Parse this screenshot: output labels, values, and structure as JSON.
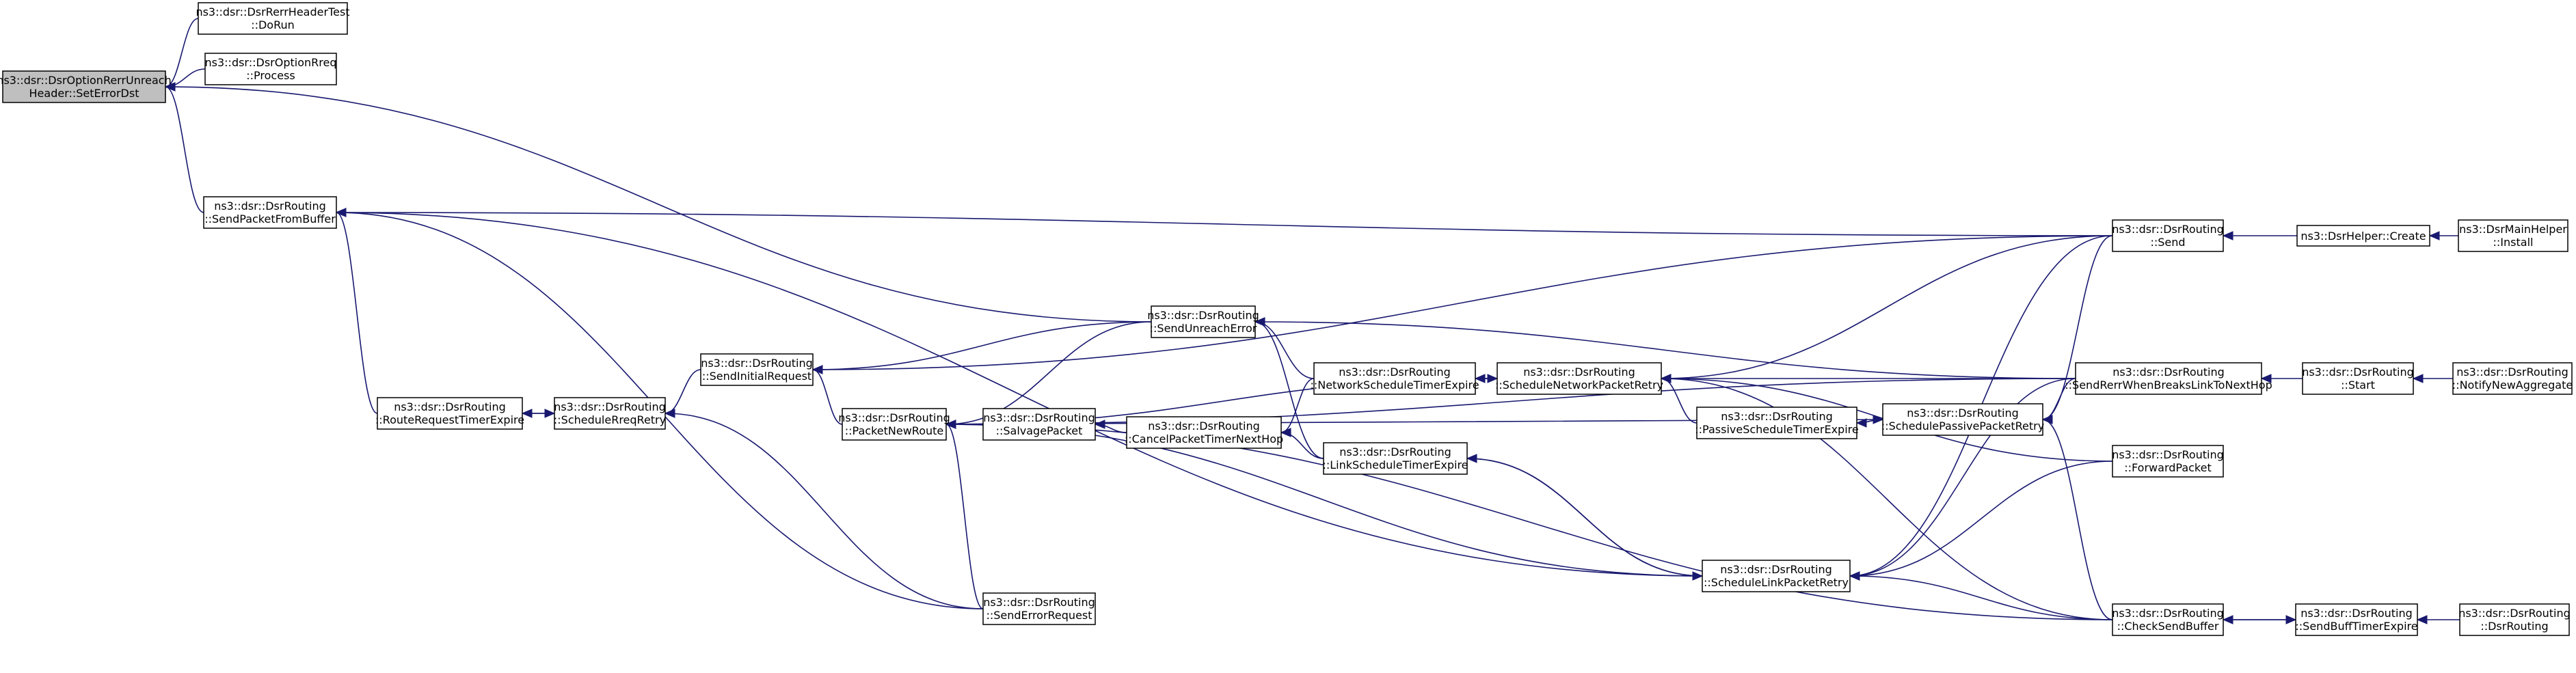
{
  "graph": {
    "colors": {
      "edge": "#191970",
      "node_border": "#000000",
      "focus_fill": "#bfbfbf",
      "background": "#ffffff"
    },
    "nodes": [
      {
        "id": "setErrorDst",
        "line1": "ns3::dsr::DsrOptionRerrUnreach",
        "line2": "Header::SetErrorDst",
        "focus": true
      },
      {
        "id": "doRun",
        "line1": "ns3::dsr::DsrRerrHeaderTest",
        "line2": "::DoRun"
      },
      {
        "id": "process",
        "line1": "ns3::dsr::DsrOptionRreq",
        "line2": "::Process"
      },
      {
        "id": "sendPacketFromBuffer",
        "line1": "ns3::dsr::DsrRouting",
        "line2": "::SendPacketFromBuffer"
      },
      {
        "id": "routeRequestTimerExpire",
        "line1": "ns3::dsr::DsrRouting",
        "line2": "::RouteRequestTimerExpire"
      },
      {
        "id": "scheduleRreqRetry",
        "line1": "ns3::dsr::DsrRouting",
        "line2": "::ScheduleRreqRetry"
      },
      {
        "id": "sendInitialRequest",
        "line1": "ns3::dsr::DsrRouting",
        "line2": "::SendInitialRequest"
      },
      {
        "id": "packetNewRoute",
        "line1": "ns3::dsr::DsrRouting",
        "line2": "::PacketNewRoute"
      },
      {
        "id": "salvagePacket",
        "line1": "ns3::dsr::DsrRouting",
        "line2": "::SalvagePacket"
      },
      {
        "id": "sendErrorRequest",
        "line1": "ns3::dsr::DsrRouting",
        "line2": "::SendErrorRequest"
      },
      {
        "id": "sendUnreachError",
        "line1": "ns3::dsr::DsrRouting",
        "line2": "::SendUnreachError"
      },
      {
        "id": "cancelPacketTimerNextHop",
        "line1": "ns3::dsr::DsrRouting",
        "line2": "::CancelPacketTimerNextHop"
      },
      {
        "id": "networkScheduleTimerExpire",
        "line1": "ns3::dsr::DsrRouting",
        "line2": "::NetworkScheduleTimerExpire"
      },
      {
        "id": "linkScheduleTimerExpire",
        "line1": "ns3::dsr::DsrRouting",
        "line2": "::LinkScheduleTimerExpire"
      },
      {
        "id": "scheduleNetworkPacketRetry",
        "line1": "ns3::dsr::DsrRouting",
        "line2": "::ScheduleNetworkPacketRetry"
      },
      {
        "id": "passiveScheduleTimerExpire",
        "line1": "ns3::dsr::DsrRouting",
        "line2": "::PassiveScheduleTimerExpire"
      },
      {
        "id": "scheduleLinkPacketRetry",
        "line1": "ns3::dsr::DsrRouting",
        "line2": "::ScheduleLinkPacketRetry"
      },
      {
        "id": "schedulePassivePacketRetry",
        "line1": "ns3::dsr::DsrRouting",
        "line2": "::SchedulePassivePacketRetry"
      },
      {
        "id": "send",
        "line1": "ns3::dsr::DsrRouting",
        "line2": "::Send"
      },
      {
        "id": "sendRerrWhenBreaksLinkToNextHop",
        "line1": "ns3::dsr::DsrRouting",
        "line2": "::SendRerrWhenBreaksLinkToNextHop"
      },
      {
        "id": "forwardPacket",
        "line1": "ns3::dsr::DsrRouting",
        "line2": "::ForwardPacket"
      },
      {
        "id": "checkSendBuffer",
        "line1": "ns3::dsr::DsrRouting",
        "line2": "::CheckSendBuffer"
      },
      {
        "id": "helperCreate",
        "line1": "ns3::DsrHelper::Create",
        "line2": ""
      },
      {
        "id": "mainHelperInstall",
        "line1": "ns3::DsrMainHelper",
        "line2": "::Install"
      },
      {
        "id": "start",
        "line1": "ns3::dsr::DsrRouting",
        "line2": "::Start"
      },
      {
        "id": "notifyNewAggregate",
        "line1": "ns3::dsr::DsrRouting",
        "line2": "::NotifyNewAggregate"
      },
      {
        "id": "sendBuffTimerExpire",
        "line1": "ns3::dsr::DsrRouting",
        "line2": "::SendBuffTimerExpire"
      },
      {
        "id": "dsrRouting",
        "line1": "ns3::dsr::DsrRouting",
        "line2": "::DsrRouting"
      }
    ],
    "edges": [
      {
        "from": "doRun",
        "to": "setErrorDst"
      },
      {
        "from": "process",
        "to": "setErrorDst"
      },
      {
        "from": "sendPacketFromBuffer",
        "to": "setErrorDst"
      },
      {
        "from": "sendUnreachError",
        "to": "setErrorDst"
      },
      {
        "from": "routeRequestTimerExpire",
        "to": "sendPacketFromBuffer"
      },
      {
        "from": "sendErrorRequest",
        "to": "sendPacketFromBuffer"
      },
      {
        "from": "scheduleLinkPacketRetry",
        "to": "sendPacketFromBuffer"
      },
      {
        "from": "send",
        "to": "sendPacketFromBuffer"
      },
      {
        "from": "scheduleRreqRetry",
        "to": "routeRequestTimerExpire"
      },
      {
        "from": "routeRequestTimerExpire",
        "to": "scheduleRreqRetry"
      },
      {
        "from": "sendInitialRequest",
        "to": "scheduleRreqRetry"
      },
      {
        "from": "sendErrorRequest",
        "to": "scheduleRreqRetry"
      },
      {
        "from": "packetNewRoute",
        "to": "sendInitialRequest"
      },
      {
        "from": "sendUnreachError",
        "to": "sendInitialRequest"
      },
      {
        "from": "send",
        "to": "sendInitialRequest"
      },
      {
        "from": "salvagePacket",
        "to": "packetNewRoute"
      },
      {
        "from": "sendUnreachError",
        "to": "packetNewRoute"
      },
      {
        "from": "sendErrorRequest",
        "to": "packetNewRoute"
      },
      {
        "from": "scheduleNetworkPacketRetry",
        "to": "packetNewRoute"
      },
      {
        "from": "scheduleLinkPacketRetry",
        "to": "packetNewRoute"
      },
      {
        "from": "schedulePassivePacketRetry",
        "to": "packetNewRoute"
      },
      {
        "from": "sendRerrWhenBreaksLinkToNextHop",
        "to": "packetNewRoute"
      },
      {
        "from": "checkSendBuffer",
        "to": "packetNewRoute"
      },
      {
        "from": "cancelPacketTimerNextHop",
        "to": "salvagePacket"
      },
      {
        "from": "networkScheduleTimerExpire",
        "to": "cancelPacketTimerNextHop"
      },
      {
        "from": "linkScheduleTimerExpire",
        "to": "cancelPacketTimerNextHop"
      },
      {
        "from": "networkScheduleTimerExpire",
        "to": "sendUnreachError"
      },
      {
        "from": "linkScheduleTimerExpire",
        "to": "sendUnreachError"
      },
      {
        "from": "sendRerrWhenBreaksLinkToNextHop",
        "to": "sendUnreachError"
      },
      {
        "from": "scheduleNetworkPacketRetry",
        "to": "networkScheduleTimerExpire"
      },
      {
        "from": "networkScheduleTimerExpire",
        "to": "scheduleNetworkPacketRetry"
      },
      {
        "from": "scheduleLinkPacketRetry",
        "to": "linkScheduleTimerExpire"
      },
      {
        "from": "linkScheduleTimerExpire",
        "to": "scheduleLinkPacketRetry"
      },
      {
        "from": "passiveScheduleTimerExpire",
        "to": "scheduleNetworkPacketRetry"
      },
      {
        "from": "sendRerrWhenBreaksLinkToNextHop",
        "to": "scheduleNetworkPacketRetry"
      },
      {
        "from": "send",
        "to": "scheduleNetworkPacketRetry"
      },
      {
        "from": "forwardPacket",
        "to": "scheduleNetworkPacketRetry"
      },
      {
        "from": "checkSendBuffer",
        "to": "scheduleNetworkPacketRetry"
      },
      {
        "from": "schedulePassivePacketRetry",
        "to": "passiveScheduleTimerExpire"
      },
      {
        "from": "passiveScheduleTimerExpire",
        "to": "schedulePassivePacketRetry"
      },
      {
        "from": "sendRerrWhenBreaksLinkToNextHop",
        "to": "schedulePassivePacketRetry"
      },
      {
        "from": "send",
        "to": "schedulePassivePacketRetry"
      },
      {
        "from": "checkSendBuffer",
        "to": "schedulePassivePacketRetry"
      },
      {
        "from": "send",
        "to": "scheduleLinkPacketRetry"
      },
      {
        "from": "forwardPacket",
        "to": "scheduleLinkPacketRetry"
      },
      {
        "from": "sendRerrWhenBreaksLinkToNextHop",
        "to": "scheduleLinkPacketRetry"
      },
      {
        "from": "checkSendBuffer",
        "to": "scheduleLinkPacketRetry"
      },
      {
        "from": "helperCreate",
        "to": "send"
      },
      {
        "from": "mainHelperInstall",
        "to": "helperCreate"
      },
      {
        "from": "start",
        "to": "sendRerrWhenBreaksLinkToNextHop"
      },
      {
        "from": "notifyNewAggregate",
        "to": "start"
      },
      {
        "from": "sendBuffTimerExpire",
        "to": "checkSendBuffer"
      },
      {
        "from": "checkSendBuffer",
        "to": "sendBuffTimerExpire"
      },
      {
        "from": "dsrRouting",
        "to": "sendBuffTimerExpire"
      }
    ]
  }
}
